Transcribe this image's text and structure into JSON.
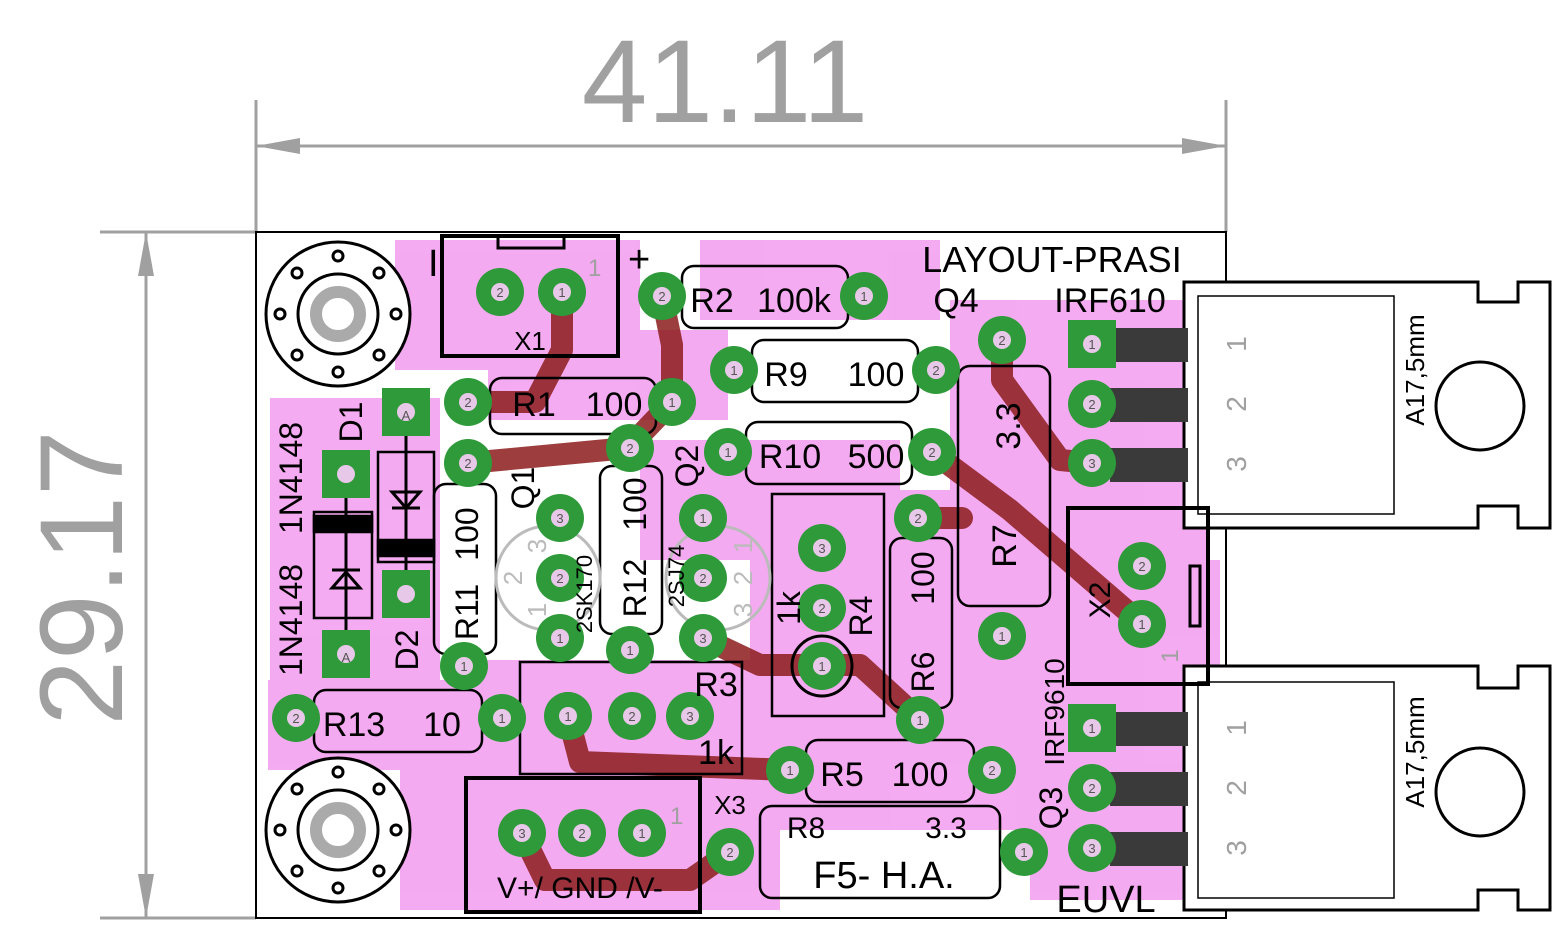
{
  "dimensions": {
    "width": "41.11",
    "height": "29.17"
  },
  "board": {
    "title": "LAYOUT-PRASI",
    "signature": "EUVL",
    "design_label": "F5- H.A.",
    "polarity_minus": "I",
    "polarity_plus": "+"
  },
  "connectors": {
    "x1": {
      "name": "X1",
      "pin1": "1",
      "pin2": "2",
      "tag": "1"
    },
    "x2": {
      "name": "X2",
      "pin1": "1",
      "pin2": "2",
      "tag": "1"
    },
    "x3": {
      "name": "X3",
      "pin1": "1",
      "pin2": "2",
      "pin3": "3",
      "tag": "1",
      "label": "V+/ GND /V-",
      "wire_pin": "2"
    }
  },
  "resistors": [
    {
      "id": "r1",
      "ref": "R1",
      "value": "100"
    },
    {
      "id": "r2",
      "ref": "R2",
      "value": "100k"
    },
    {
      "id": "r9",
      "ref": "R9",
      "value": "100"
    },
    {
      "id": "r10",
      "ref": "R10",
      "value": "500"
    },
    {
      "id": "r11",
      "ref": "R11",
      "value": "100"
    },
    {
      "id": "r12",
      "ref": "R12",
      "value": "100"
    },
    {
      "id": "r13",
      "ref": "R13",
      "value": "10"
    },
    {
      "id": "r5",
      "ref": "R5",
      "value": "100"
    },
    {
      "id": "r7",
      "ref": "R7",
      "value": "3.3"
    },
    {
      "id": "r8",
      "ref": "R8",
      "value": "3.3"
    },
    {
      "id": "r6",
      "ref": "R6",
      "value": "100"
    },
    {
      "id": "r4",
      "ref": "R4",
      "value": "1k"
    },
    {
      "id": "r3",
      "ref": "R3",
      "value": "1k"
    }
  ],
  "diodes": [
    {
      "id": "d1",
      "ref": "D1",
      "value": "1N4148",
      "pad": "A"
    },
    {
      "id": "d2",
      "ref": "D2",
      "value": "1N4148",
      "pad": "A"
    }
  ],
  "transistors": [
    {
      "id": "q1",
      "ref": "Q1",
      "part": "2SK170",
      "pins": [
        "1",
        "2",
        "3"
      ]
    },
    {
      "id": "q2",
      "ref": "Q2",
      "part": "2SJ74",
      "pins": [
        "1",
        "2",
        "3"
      ]
    },
    {
      "id": "q3",
      "ref": "Q3",
      "part": "IRF9610",
      "pins": [
        "1",
        "2",
        "3"
      ],
      "heatsink": "A17,5mm"
    },
    {
      "id": "q4",
      "ref": "Q4",
      "part": "IRF610",
      "pins": [
        "1",
        "2",
        "3"
      ],
      "heatsink": "A17,5mm"
    }
  ],
  "pad_numbers": {
    "p1": "1",
    "p2": "2",
    "p3": "3"
  },
  "colors": {
    "outline": "#000000",
    "dimension": "#a0a0a0",
    "copper_fill": "#f4a6f0",
    "pad": "#2e9a3a",
    "trace": "#8c1c1c",
    "silkscreen_bg": "#ffffff"
  }
}
